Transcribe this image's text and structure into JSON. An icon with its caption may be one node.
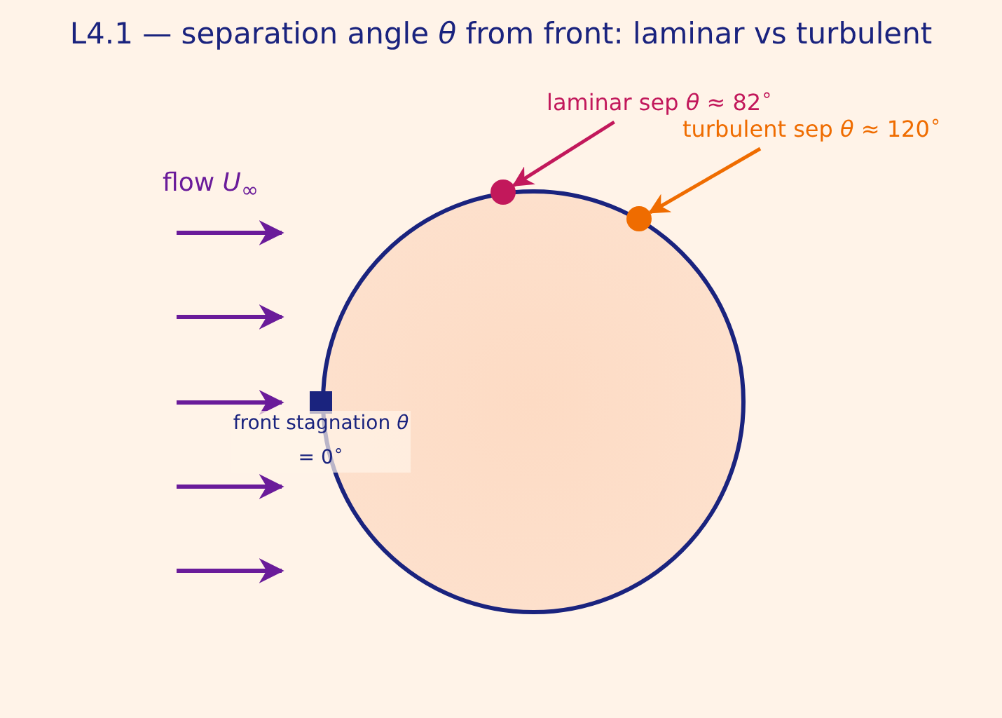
{
  "diagram": {
    "title": "L4.1 — separation angle *θ* from front: laminar vs turbulent",
    "nodes": [
      {
        "text": [],
        "shape": "circle"
      },
      {
        "text": [
          "laminar sep *θ* ≈ 82$^{∘}$"
        ]
      },
      {
        "text": [],
        "shape": "circle"
      },
      {
        "text": [
          "turbulent sep *θ* ≈ 120$^{∘}$"
        ]
      },
      {
        "text": [],
        "shape": "circle"
      },
      {
        "text": [],
        "shape": "box",
        "beside": [
          "front stagnation *θ* = 0$^{∘}$"
        ]
      }
    ],
    "edges": [
      {
        "from": 1,
        "to": 2,
        "arrow": "to",
        "color": "#c2185b"
      },
      {
        "from": 3,
        "to": 4,
        "arrow": "to",
        "color": "#ef6c00"
      }
    ],
    "labels": [
      "flow *U*$_{∞}$"
    ]
  }
}
